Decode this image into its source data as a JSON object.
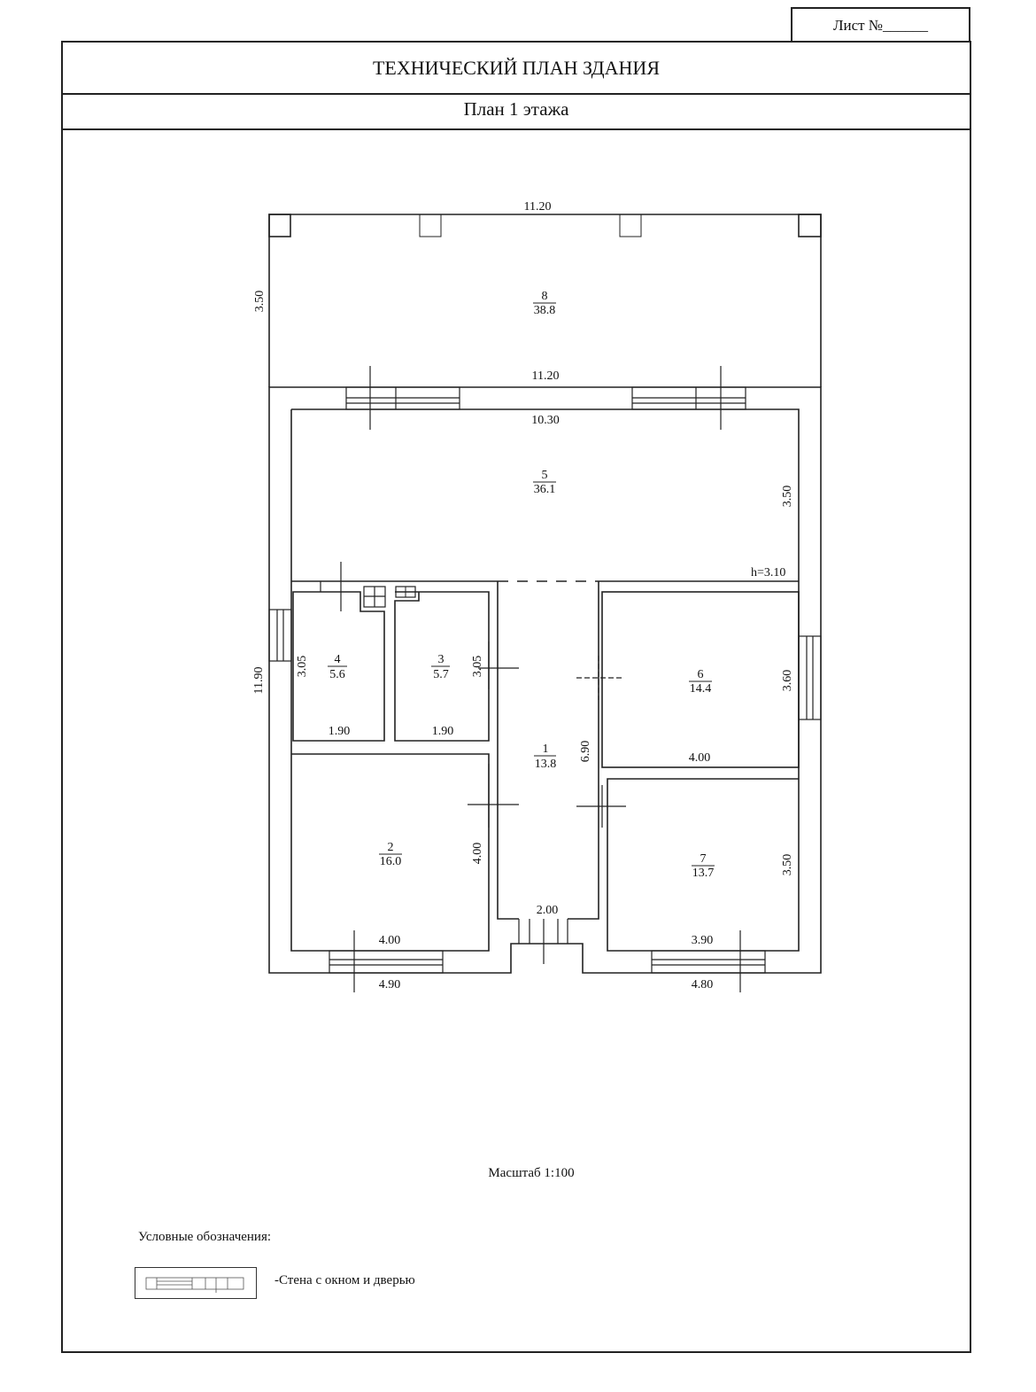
{
  "header": {
    "sheet_label": "Лист №______",
    "title": "ТЕХНИЧЕСКИЙ ПЛАН ЗДАНИЯ",
    "subtitle": "План  1 этажа"
  },
  "plan": {
    "height_note": "h=3.10",
    "dimensions": {
      "terrace_top": "11.20",
      "terrace_side": "3.50",
      "terrace_bottom": "11.20",
      "room5_width": "10.30",
      "room5_depth": "3.50",
      "building_depth": "11.90",
      "room4_depth": "3.05",
      "room4_width": "1.90",
      "room3_depth": "3.05",
      "room3_width": "1.90",
      "corridor_length": "6.90",
      "corridor_width": "2.00",
      "room6_depth": "3.60",
      "room6_width": "4.00",
      "room2_depth": "4.00",
      "room2_width": "4.00",
      "room7_depth": "3.50",
      "room7_width": "3.90",
      "outer_left_bottom": "4.90",
      "outer_right_bottom": "4.80"
    },
    "rooms": [
      {
        "number": "1",
        "area": "13.8"
      },
      {
        "number": "2",
        "area": "16.0"
      },
      {
        "number": "3",
        "area": "5.7"
      },
      {
        "number": "4",
        "area": "5.6"
      },
      {
        "number": "5",
        "area": "36.1"
      },
      {
        "number": "6",
        "area": "14.4"
      },
      {
        "number": "7",
        "area": "13.7"
      },
      {
        "number": "8",
        "area": "38.8"
      }
    ]
  },
  "footer": {
    "scale": "Масштаб 1:100",
    "legend_title": "Условные обозначения:",
    "legend_item": "-Стена с окном и дверью"
  },
  "colors": {
    "line": "#222222",
    "height_note": "#1a1aa0"
  }
}
